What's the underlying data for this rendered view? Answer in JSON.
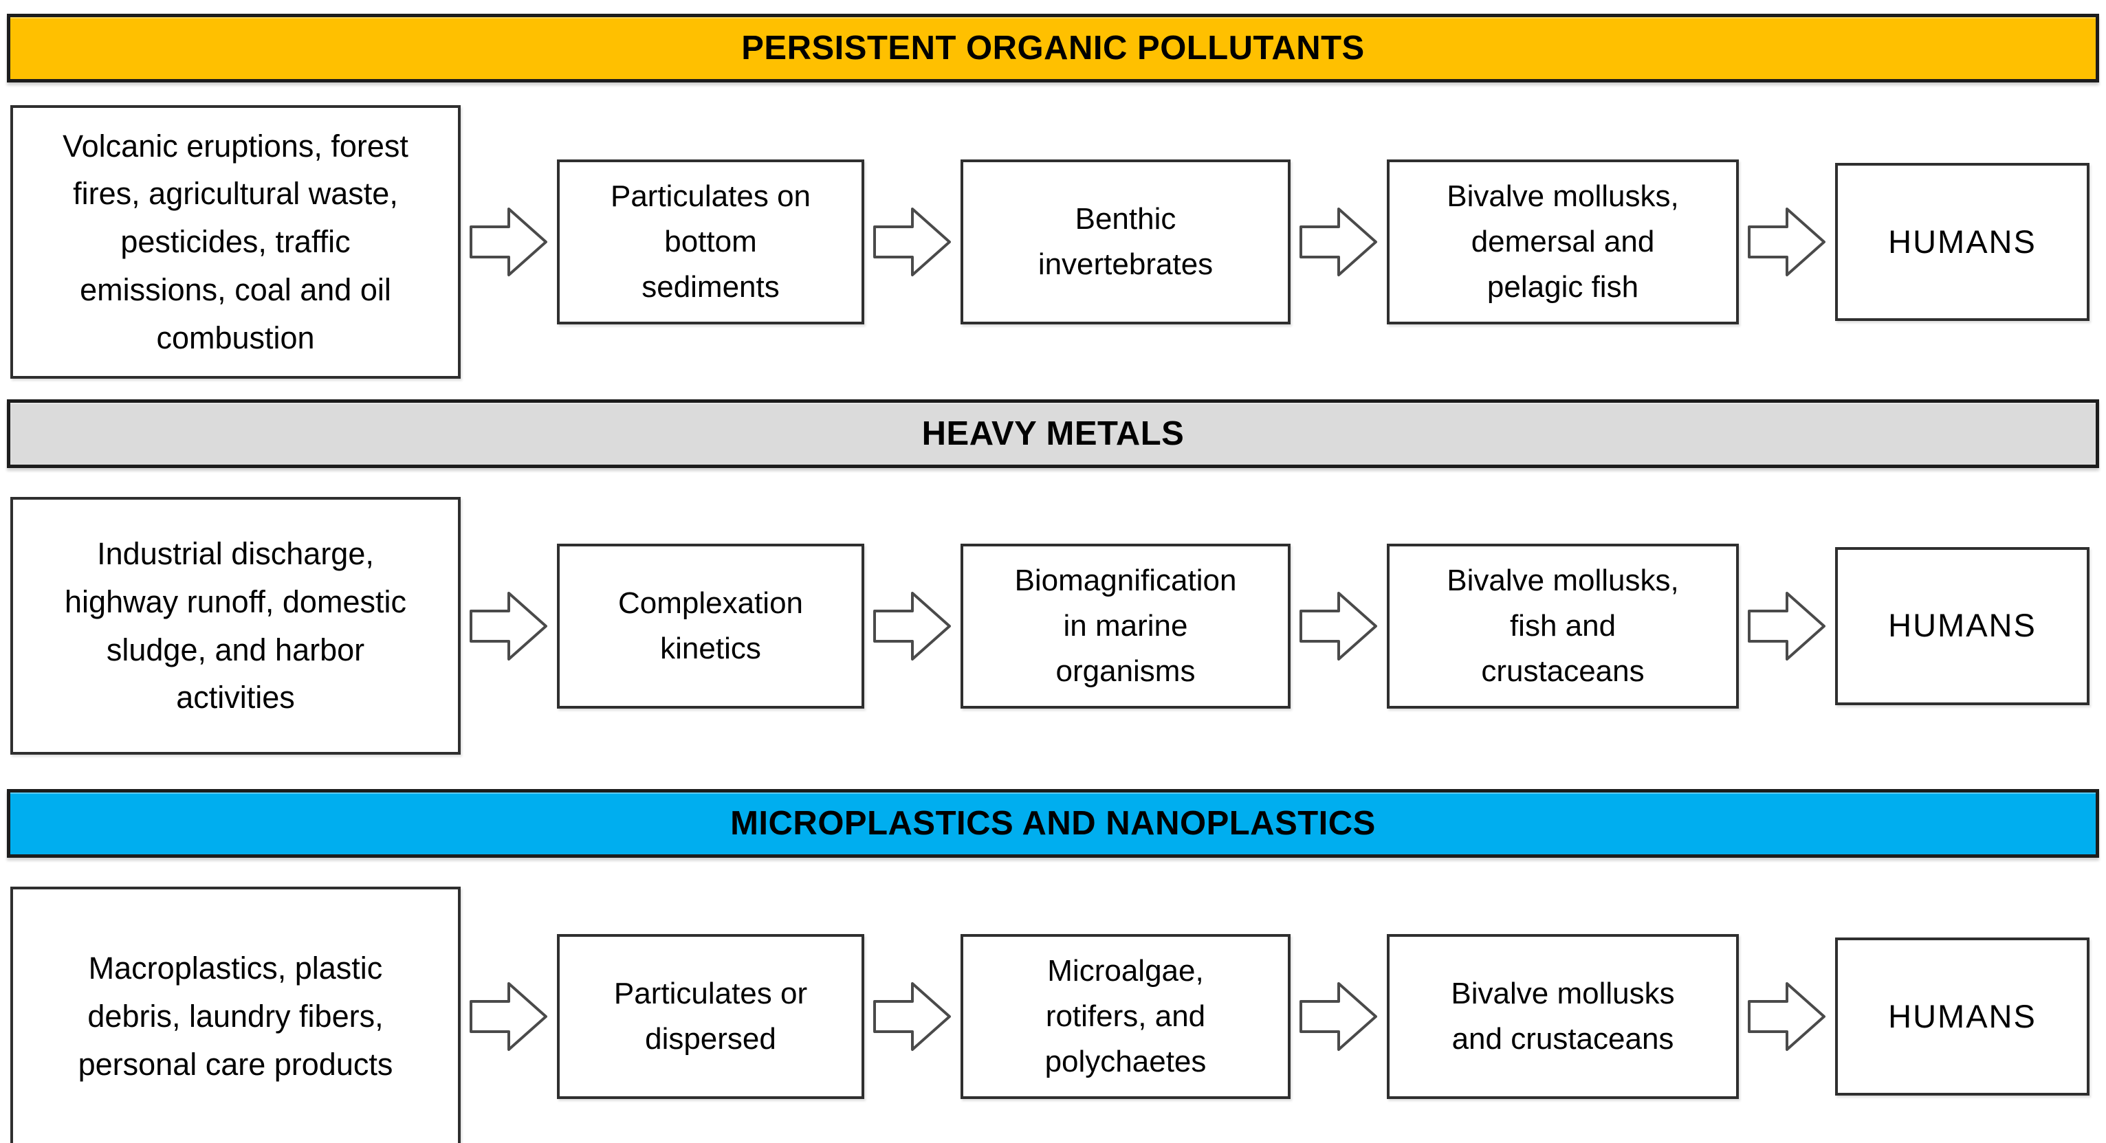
{
  "sections": [
    {
      "banner_label": "PERSISTENT ORGANIC POLLUTANTS",
      "banner_color": "#FFC000",
      "boxes": [
        "Volcanic eruptions, forest\nfires, agricultural waste,\npesticides, traffic\nemissions, coal and oil\ncombustion",
        "Particulates on\nbottom\nsediments",
        "Benthic\ninvertebrates",
        "Bivalve mollusks,\ndemersal and\npelagic fish",
        "HUMANS"
      ]
    },
    {
      "banner_label": "HEAVY METALS",
      "banner_color": "#DBDBDB",
      "boxes": [
        "Industrial discharge,\nhighway runoff, domestic\nsludge, and harbor\nactivities",
        "Complexation\nkinetics",
        "Biomagnification\nin marine\norganisms",
        "Bivalve mollusks,\nfish and\ncrustaceans",
        "HUMANS"
      ]
    },
    {
      "banner_label": "MICROPLASTICS AND NANOPLASTICS",
      "banner_color": "#00AEEF",
      "boxes": [
        "Macroplastics, plastic\ndebris, laundry fibers,\npersonal care products",
        "Particulates or\ndispersed",
        "Microalgae,\nrotifers, and\npolychaetes",
        "Bivalve mollusks\nand crustaceans",
        "HUMANS"
      ]
    }
  ],
  "arrow": {
    "fill": "#ffffff",
    "stroke": "#4a4a4a"
  }
}
